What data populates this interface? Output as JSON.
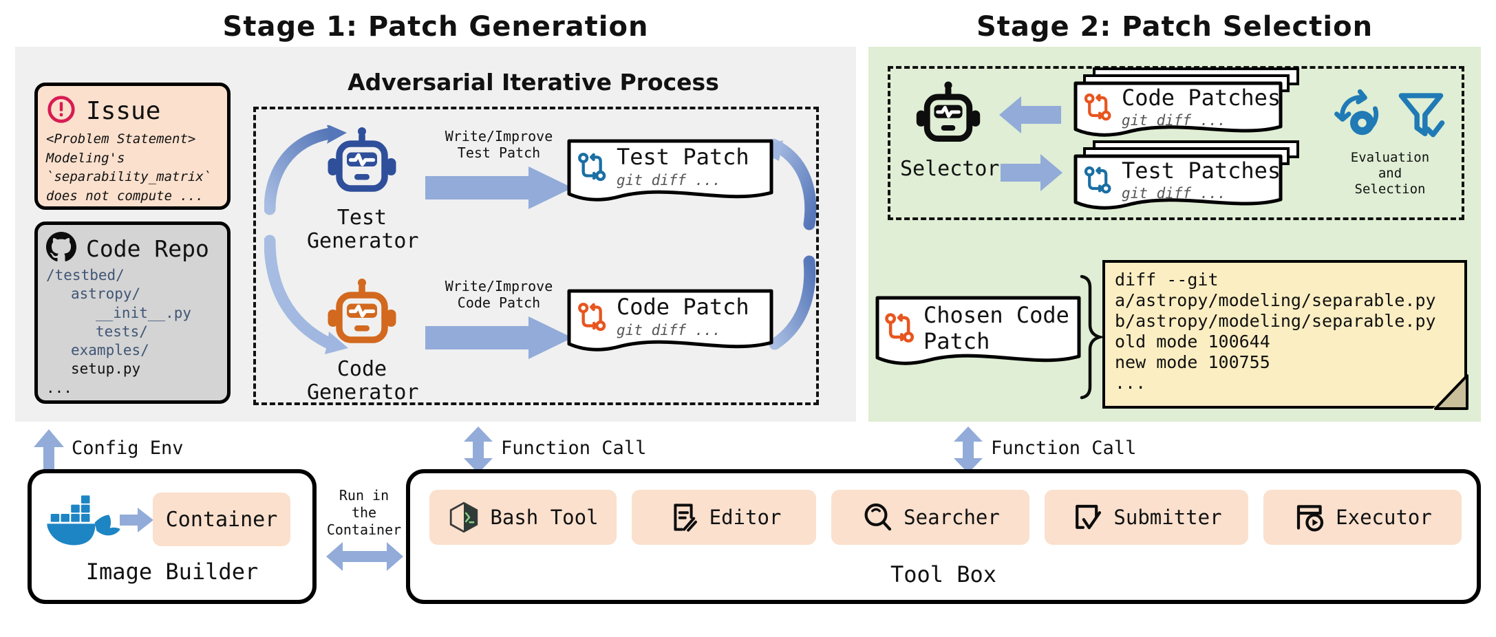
{
  "stages": {
    "stage1_title": "Stage 1: Patch Generation",
    "stage2_title": "Stage 2: Patch Selection"
  },
  "stage1": {
    "issue": {
      "title": "Issue",
      "icon": "alert-circle-icon",
      "lines": [
        "<Problem Statement>",
        "Modeling's",
        "`separability_matrix`",
        "does not compute ..."
      ]
    },
    "repo": {
      "title": "Code Repo",
      "icon": "github-icon",
      "tree": [
        {
          "text": "/testbed/",
          "depth": 0,
          "dark": false
        },
        {
          "text": "astropy/",
          "depth": 1,
          "dark": false
        },
        {
          "text": "__init__.py",
          "depth": 2,
          "dark": false
        },
        {
          "text": "tests/",
          "depth": 2,
          "dark": false
        },
        {
          "text": "examples/",
          "depth": 1,
          "dark": false
        },
        {
          "text": "setup.py",
          "depth": 1,
          "dark": true
        },
        {
          "text": "...",
          "depth": 0,
          "dark": true
        }
      ]
    },
    "adversarial": {
      "title": "Adversarial Iterative Process",
      "test_generator": {
        "name_line1": "Test",
        "name_line2": "Generator",
        "icon": "robot-icon",
        "color": "#2f4f9b"
      },
      "code_generator": {
        "name_line1": "Code",
        "name_line2": "Generator",
        "icon": "robot-icon",
        "color": "#d2691e"
      },
      "test_arrow_label_line1": "Write/Improve",
      "test_arrow_label_line2": "Test Patch",
      "code_arrow_label_line1": "Write/Improve",
      "code_arrow_label_line2": "Code Patch",
      "test_patch": {
        "title": "Test Patch",
        "sub": "git diff ...",
        "icon": "git-merge-icon",
        "color": "#1a6fa3"
      },
      "code_patch": {
        "title": "Code Patch",
        "sub": "git diff ...",
        "icon": "git-merge-icon",
        "color": "#e8551f"
      }
    }
  },
  "stage2": {
    "selector": {
      "label": "Selector",
      "icon": "robot-icon"
    },
    "code_patches": {
      "title": "Code Patches",
      "sub": "git diff ...",
      "icon": "git-merge-icon",
      "color": "#e8551f"
    },
    "test_patches": {
      "title": "Test Patches",
      "sub": "git diff ...",
      "icon": "git-merge-icon",
      "color": "#1a6fa3"
    },
    "evaluation": {
      "icons": [
        "cycle-gear-icon",
        "funnel-check-icon"
      ],
      "line1": "Evaluation",
      "line2": "and",
      "line3": "Selection"
    },
    "chosen_patch": {
      "title_line1": "Chosen Code",
      "title_line2": "Patch",
      "icon": "git-merge-icon",
      "color": "#e8551f"
    },
    "diff": {
      "lines": [
        "diff --git",
        "a/astropy/modeling/separable.py",
        "b/astropy/modeling/separable.py",
        "old mode 100644",
        "new mode 100755",
        "..."
      ]
    }
  },
  "connectors": {
    "config_env": "Config Env",
    "function_call_1": "Function Call",
    "function_call_2": "Function Call",
    "run_in_container": "Run in\nthe\nContainer"
  },
  "bottom": {
    "image_builder": {
      "label": "Image Builder",
      "container_label": "Container",
      "icon": "docker-icon"
    },
    "tool_box": {
      "label": "Tool Box",
      "tools": [
        {
          "label": "Bash Tool",
          "icon": "terminal-hex-icon"
        },
        {
          "label": "Editor",
          "icon": "document-pencil-icon"
        },
        {
          "label": "Searcher",
          "icon": "magnifier-icon"
        },
        {
          "label": "Submitter",
          "icon": "checkbox-check-icon"
        },
        {
          "label": "Executor",
          "icon": "window-play-icon"
        }
      ]
    }
  },
  "colors": {
    "stage1_bg": "#f0f0f0",
    "stage2_bg": "#dfeed4",
    "peach": "#fae0cd",
    "grey_card": "#d4d4d4",
    "diff_bg": "#fbeec2",
    "arrow_blue": "#92abd9",
    "blue": "#2f4f9b",
    "orange": "#d2691e",
    "issue_red": "#d81b52"
  }
}
